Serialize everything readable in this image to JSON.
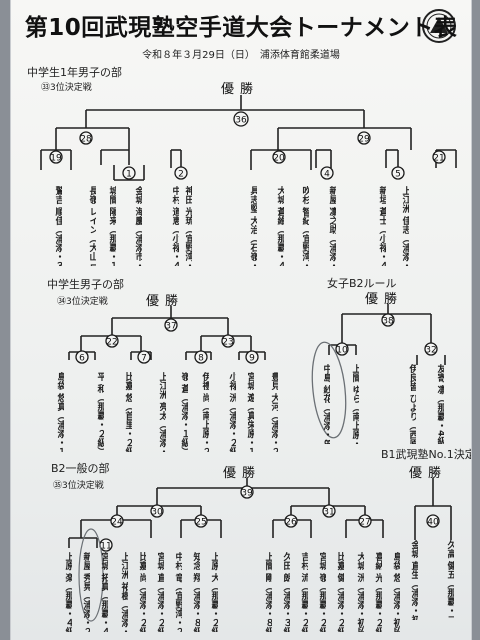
{
  "header": {
    "title": "第10回武現塾空手道大会トーナメント表",
    "subtitle": "令和８年３月29日（日）　浦添体育館柔道場"
  },
  "sections": {
    "jh1": {
      "label": "中学生1年男子の部",
      "third": "㉝3位決定戦",
      "winner": "優勝",
      "matches": [
        "36",
        "28",
        "29",
        "19",
        "1",
        "2",
        "20",
        "4",
        "5",
        "21"
      ],
      "players": [
        "鷲吉 順佳（浦添・３級）",
        "長嶺 レイン（大山 星翔）",
        "城間 陽来（那覇・１級）",
        "金城 海慶（浦添市・１級）",
        "中村 道恵（小禄・４級）",
        "神田 光琉（宜野湾・３級）",
        "具志堅 大治（石嶺・４級）",
        "大城 蒼維（那覇・４級）",
        "吹杉 智紀（宜野湾・６級）",
        "新屋 凜之助（浦添・４級）",
        "新垣 蒼士（小禄・４級）",
        "上江洲 佳志（浦添・３級）"
      ]
    },
    "jhb": {
      "label": "中学生男子の部",
      "third": "㉞3位決定戦",
      "winner": "優勝",
      "matches": [
        "37",
        "22",
        "23",
        "6",
        "7",
        "8",
        "9"
      ],
      "players": [
        "島袋 悠真（浦添・１級）",
        "平 和（那覇・２級）",
        "比嘉 悠（首里・２級）",
        "上江洲 亮太（浦添・２級）",
        "嶺 蒼（浦添・１級）",
        "伊禮 尚（南上原・２級）",
        "小禄 洸（浦添・２級）",
        "宮城 遼（真栄原・１級）",
        "豊見 大河（浦添・２級）"
      ]
    },
    "gb2": {
      "label": "女子B2ルール",
      "winner": "優勝",
      "matches": [
        "38",
        "10",
        "32"
      ],
      "players": [
        "中島 紗花（浦添・8級）",
        "上間 ゆら（南上原・４級）",
        "伊良皆 ひより（西原・８級）",
        "友寄 凛（那覇・4級）"
      ]
    },
    "b2g": {
      "label": "B2一般の部",
      "third": "㉟3位決定戦",
      "winner": "優勝",
      "matches": [
        "39",
        "30",
        "31",
        "24",
        "25",
        "26",
        "27",
        "11"
      ],
      "players": [
        "上原 楽（那覇・４級）",
        "新屋 秀晃（浦添・２級）",
        "宮城 拓真（那覇・４級）",
        "上江洲 祐樹（浦添・２級）",
        "比嘉 尚（浦添・２級）",
        "宮城 直（浦添・２級）",
        "中村 竜（宜野湾・２級）",
        "知念 翔（浦添・８級）",
        "上原 大（那覇・２級）",
        "上間 剛（浦添・８級）",
        "久田 朗（浦添・３級）",
        "吉村 流（那覇・２級）",
        "宮城 嶺（那覇・２級）",
        "比嘉 健（浦添・２級）",
        "大城 洸（浦添・初段）",
        "喜納 光（那覇・２級）",
        "島袋 悠（浦添・初段）"
      ]
    },
    "b1": {
      "label": "B1武現塾No.1決定戦",
      "winner": "優勝",
      "matches": [
        "40"
      ],
      "players": [
        "金城 直生（浦添・初段）",
        "久高 健五（那覇・二段）"
      ]
    }
  },
  "colors": {
    "ink": "#222222",
    "circle": "#1a1a1a",
    "marker": "#6b7075"
  }
}
